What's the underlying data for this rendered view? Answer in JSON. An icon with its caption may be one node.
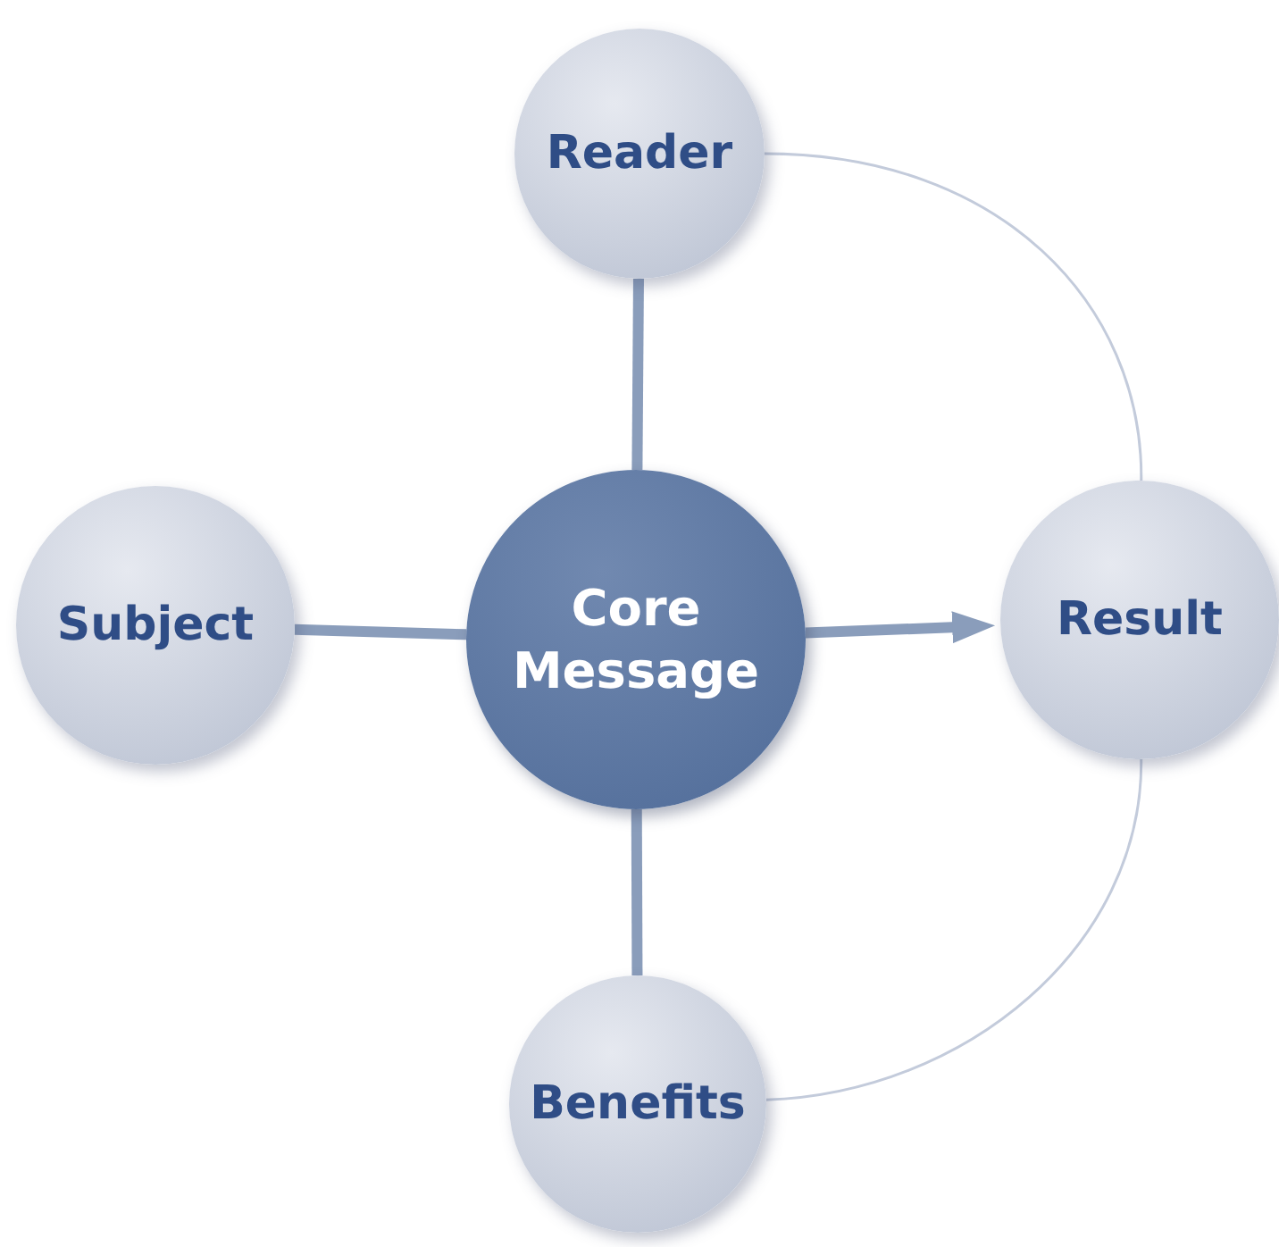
{
  "diagram": {
    "nodes": [
      {
        "text": [
          "Reader"
        ]
      },
      {
        "text": [
          "Subject"
        ]
      },
      {
        "text": [
          "Core Message"
        ]
      },
      {
        "text": [
          "Result"
        ]
      },
      {
        "text": [
          "Benefits"
        ]
      }
    ],
    "edges": [
      {
        "from": 0,
        "to": 2,
        "arrow": "none"
      },
      {
        "from": 1,
        "to": 2,
        "arrow": "none"
      },
      {
        "from": 2,
        "to": 4,
        "arrow": "none"
      },
      {
        "from": 2,
        "to": 3,
        "arrow": "to"
      },
      {
        "from": 0,
        "to": 3,
        "arrow": "none",
        "color": "#c3cbdb"
      },
      {
        "from": 3,
        "to": 4,
        "arrow": "none",
        "color": "#c3cbdb"
      }
    ]
  }
}
